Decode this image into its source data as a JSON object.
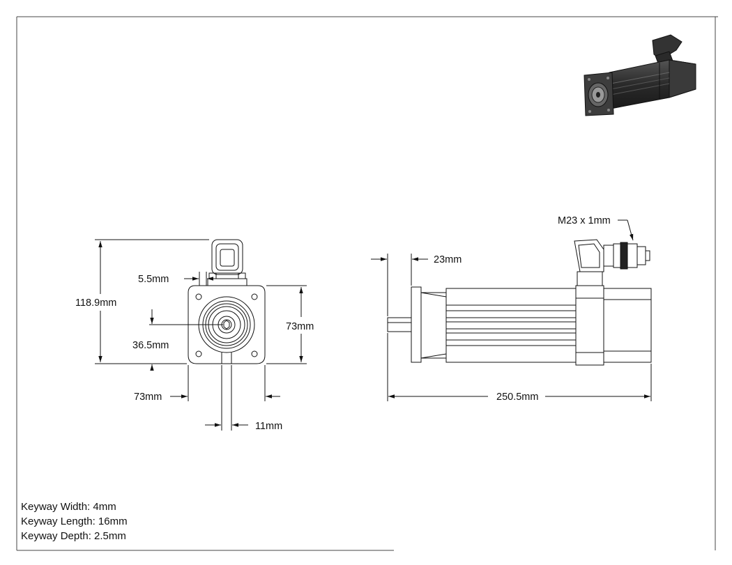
{
  "dimensions": {
    "overall_height": "118.9mm",
    "flange_hole_offset": "5.5mm",
    "flange_height": "73mm",
    "shaft_center_height": "36.5mm",
    "flange_width": "73mm",
    "shaft_diameter": "11mm",
    "shaft_length": "23mm",
    "overall_length": "250.5mm",
    "connector_thread": "M23 x 1mm"
  },
  "notes": {
    "keyway_width": "Keyway Width: 4mm",
    "keyway_length": "Keyway Length: 16mm",
    "keyway_depth": "Keyway Depth: 2.5mm"
  },
  "colors": {
    "line": "#111111",
    "motor_body": "#2b2b2b",
    "border": "#444444"
  }
}
